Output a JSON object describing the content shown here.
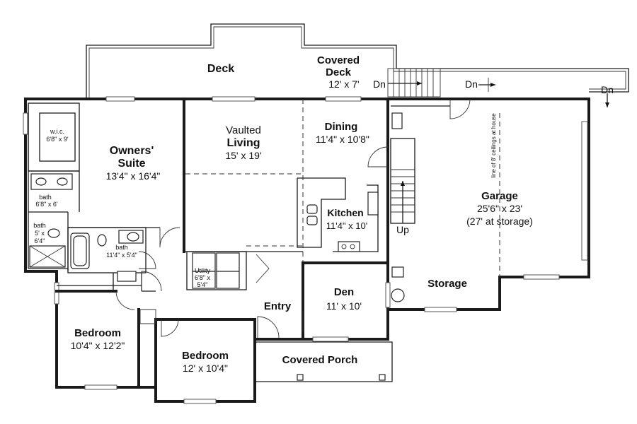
{
  "rooms": {
    "deck": {
      "name": "Deck"
    },
    "covered_deck": {
      "name": "Covered Deck",
      "line1": "Covered",
      "line2": "Deck",
      "dims": "12' x 7'"
    },
    "dining": {
      "name": "Dining",
      "dims": "11'4\" x 10'8\""
    },
    "vaulted_living": {
      "line1": "Vaulted",
      "line2": "Living",
      "dims": "15' x 19'"
    },
    "owners_suite": {
      "line1": "Owners'",
      "line2": "Suite",
      "dims": "13'4\" x 16'4\""
    },
    "wic": {
      "name": "w.i.c.",
      "dims": "6'8\" x 9'"
    },
    "bath_a": {
      "name": "bath",
      "dims": "6'8\" x 6'"
    },
    "bath_b": {
      "name": "bath",
      "line2": "5' x",
      "line3": "6'4\""
    },
    "bath_c": {
      "name": "bath",
      "dims": "11'4\" x 5'4\""
    },
    "kitchen": {
      "name": "Kitchen",
      "dims": "11'4\" x 10'"
    },
    "utility": {
      "name": "Utility",
      "line2": "6'8\" x",
      "line3": "5'4\""
    },
    "garage": {
      "name": "Garage",
      "dims": "25'6\" x 23'",
      "note": "(27' at storage)",
      "ceiling_note": "line of 8' ceilings at house"
    },
    "storage": {
      "name": "Storage"
    },
    "entry": {
      "name": "Entry"
    },
    "den": {
      "name": "Den",
      "dims": "11' x 10'"
    },
    "bedroom_1": {
      "name": "Bedroom",
      "dims": "10'4\" x 12'2\""
    },
    "bedroom_2": {
      "name": "Bedroom",
      "dims": "12' x 10'4\""
    },
    "covered_porch": {
      "name": "Covered Porch"
    }
  },
  "stairs": {
    "down_1": "Dn",
    "down_2": "Dn",
    "down_3": "Dn",
    "up": "Up"
  }
}
